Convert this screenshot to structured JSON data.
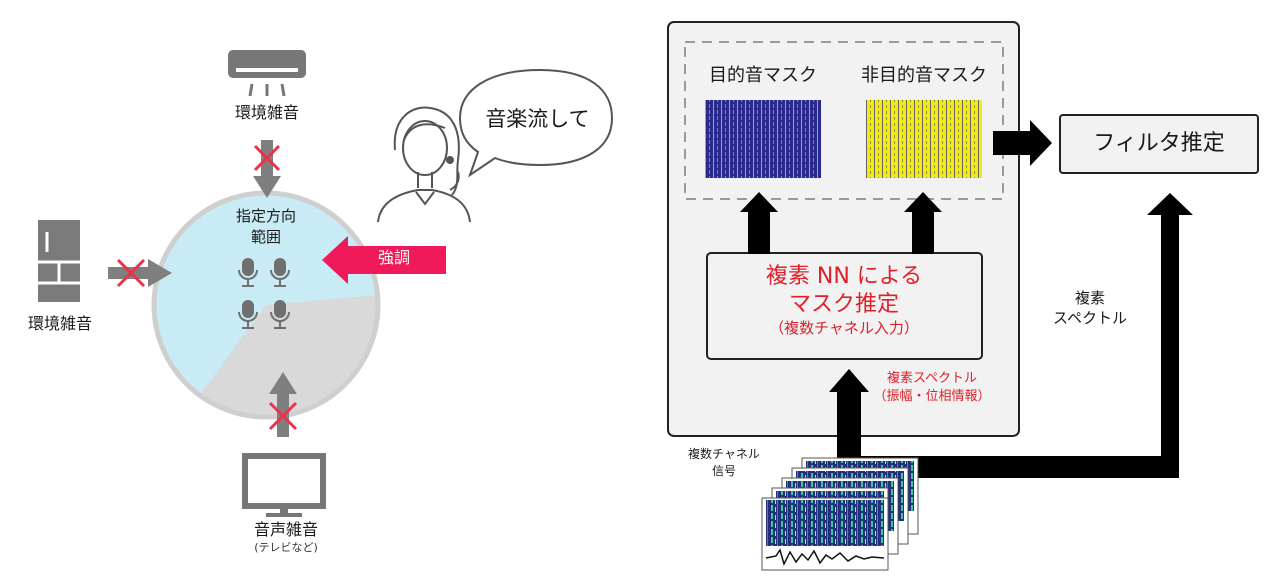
{
  "left": {
    "noise_top": "環境雑音",
    "noise_left": "環境雑音",
    "noise_bottom": "音声雑音",
    "noise_bottom_note": "(テレビなど)",
    "range_label_1": "指定方向",
    "range_label_2": "範囲",
    "emphasis": "強調",
    "speech": "音楽流して",
    "colors": {
      "circle_cyan": "#c8ebf5",
      "circle_gray": "#d9d9d9",
      "emphasis_arrow": "#f0195a",
      "cross": "#e8344a"
    }
  },
  "right": {
    "mask_target": "目的音マスク",
    "mask_nontarget": "非目的音マスク",
    "nn_line1": "複素 NN による",
    "nn_line2": "マスク推定",
    "nn_line3": "（複数チャネル入力）",
    "complex_spec_line1": "複素スペクトル",
    "complex_spec_line2": "（振幅・位相情報）",
    "filter": "フィルタ推定",
    "side_spec_line1": "複素",
    "side_spec_line2": "スペクトル",
    "multichannel_line1": "複数チャネル",
    "multichannel_line2": "信号",
    "colors": {
      "mask_blue": "#2a2a8c",
      "mask_yellow": "#f2ea14",
      "accent_red": "#e0202a"
    }
  }
}
